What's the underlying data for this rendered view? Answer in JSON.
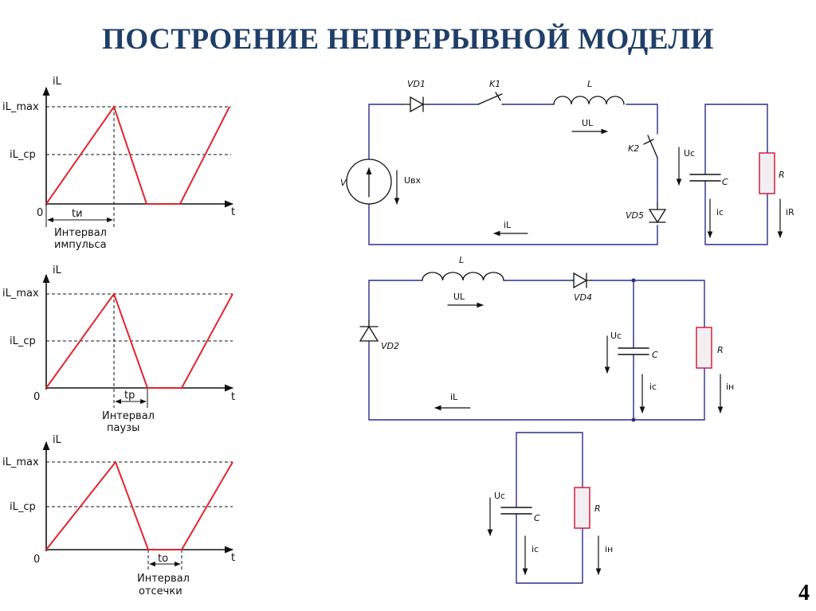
{
  "title": "ПОСТРОЕНИЕ НЕПРЕРЫВНОЙ МОДЕЛИ",
  "page_number": "4",
  "graphs": [
    {
      "y_axis": "iL",
      "x_axis": "t",
      "origin": "0",
      "label_max": "iL_max",
      "label_avg": "iL_cp",
      "interval_symbol": "tи",
      "caption_line1": "Интервал",
      "caption_line2": "импульса"
    },
    {
      "y_axis": "iL",
      "x_axis": "t",
      "origin": "0",
      "label_max": "iL_max",
      "label_avg": "iL_cp",
      "interval_symbol": "tp",
      "caption_line1": "Интервал",
      "caption_line2": "паузы"
    },
    {
      "y_axis": "iL",
      "x_axis": "t",
      "origin": "0",
      "label_max": "iL_max",
      "label_avg": "iL_cp",
      "interval_symbol": "to",
      "caption_line1": "Интервал",
      "caption_line2": "отсечки"
    }
  ],
  "circuit1": {
    "VD1": "VD1",
    "K1": "K1",
    "L": "L",
    "UL": "UL",
    "K2": "K2",
    "V": "V",
    "Uvx": "Uвх",
    "VD5": "VD5",
    "iL": "iL",
    "Uc": "Uc",
    "C": "C",
    "R": "R",
    "ic": "ic",
    "iR": "iR"
  },
  "circuit2": {
    "L": "L",
    "UL": "UL",
    "VD4": "VD4",
    "VD2": "VD2",
    "Uc": "Uc",
    "C": "C",
    "R": "R",
    "ic": "ic",
    "iH": "iн",
    "iL": "iL"
  },
  "circuit3": {
    "Uc": "Uc",
    "C": "C",
    "R": "R",
    "ic": "ic",
    "iH": "iн"
  },
  "colors": {
    "title": "#1f3f68",
    "waveform": "#e0262e",
    "wire": "#2b2e8c",
    "component": "#d02040"
  }
}
